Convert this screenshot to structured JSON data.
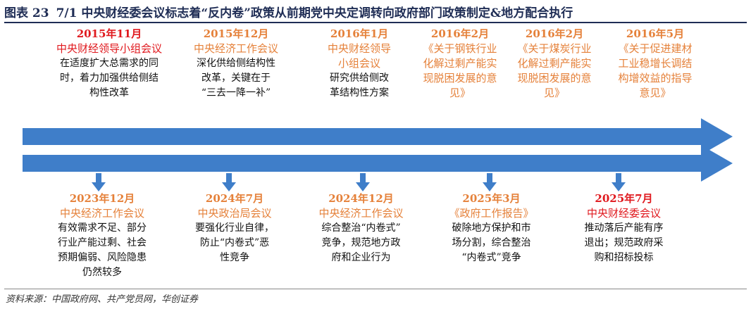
{
  "figure": {
    "number": "图表 23",
    "title": "7/1 中央财经委会议标志着“反内卷”政策从前期党中央定调转向政府部门政策制定&地方配合执行"
  },
  "colors": {
    "arrow": "#3f7ec9",
    "red": "#e0191e",
    "orange": "#e5813a",
    "title": "#1f2d55"
  },
  "top_events": [
    {
      "date": "2015年11月",
      "org": "中央财经领导小组会议",
      "desc": [
        "在适度扩大总需求的同",
        "时，着力加强供给侧结",
        "构性改革"
      ],
      "color": "red"
    },
    {
      "date": "2015年12月",
      "org": "中央经济工作会议",
      "desc": [
        "深化供给侧结构性",
        "改革，关键在于",
        "“三去一降一补”"
      ],
      "color": "orange"
    },
    {
      "date": "2016年1月",
      "org": "中央财经领导小组会议",
      "desc": [
        "研究供给侧改",
        "革结构性方案"
      ],
      "color": "orange"
    },
    {
      "date": "2016年2月",
      "org": "《关于钢铁行业化解过剩产能实现脱困发展的意见》",
      "desc": [],
      "color": "orange"
    },
    {
      "date": "2016年2月",
      "org": "《关于煤炭行业化解过剩产能实现脱困发展的意见》",
      "desc": [],
      "color": "orange"
    },
    {
      "date": "2016年5月",
      "org": "《关于促进建材工业稳增长调结构增效益的指导意见》",
      "desc": [],
      "color": "orange"
    }
  ],
  "bottom_events": [
    {
      "date": "2023年12月",
      "org": "中央经济工作会议",
      "desc": [
        "有效需求不足、部分",
        "行业产能过剩、社会",
        "预期偏弱、风险隐患",
        "仍然较多"
      ],
      "color": "orange"
    },
    {
      "date": "2024年7月",
      "org": "中央政治局会议",
      "desc": [
        "要强化行业自律，",
        "防止“内卷式”恶",
        "性竞争"
      ],
      "color": "orange"
    },
    {
      "date": "2024年12月",
      "org": "中央经济工作会议",
      "desc": [
        "综合整治“内卷式”",
        "竞争，规范地方政",
        "府和企业行为"
      ],
      "color": "orange"
    },
    {
      "date": "2025年3月",
      "org": "《政府工作报告》",
      "desc": [
        "破除地方保护和市",
        "场分割，综合整治",
        "“内卷式”竞争"
      ],
      "color": "orange"
    },
    {
      "date": "2025年7月",
      "org": "中央财经委会议",
      "desc": [
        "推动落后产能有序",
        "退出；规范政府采",
        "购和招标投标"
      ],
      "color": "red"
    }
  ],
  "source": "资料来源：中国政府网、共产党员网，华创证券"
}
